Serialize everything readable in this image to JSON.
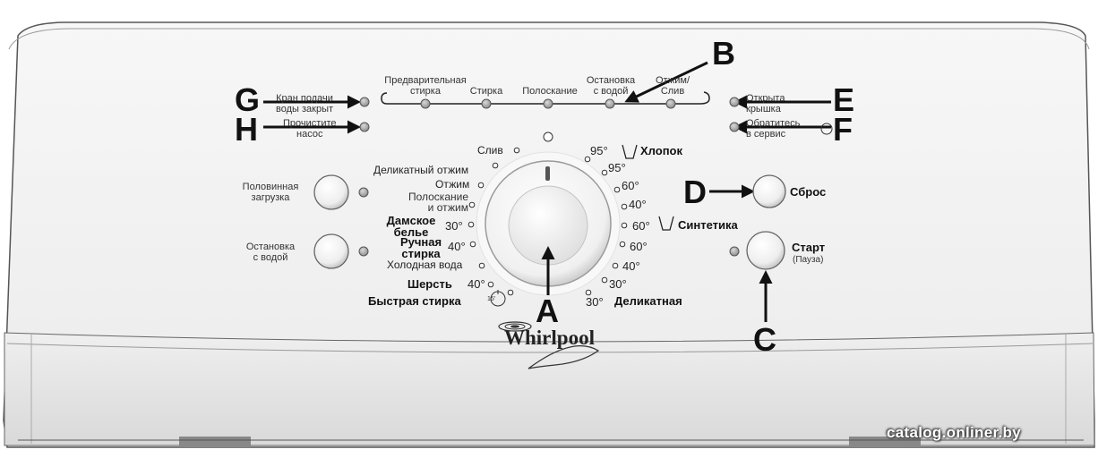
{
  "status_labels": {
    "tap_closed": [
      "Кран подачи",
      "воды закрыт"
    ],
    "clean_pump": [
      "Прочистите",
      "насос"
    ],
    "lid_open": [
      "Открыта",
      "крышка"
    ],
    "call_service": [
      "Обратитесь",
      "в сервис"
    ]
  },
  "phases": {
    "prewash": [
      "Предварительная",
      "стирка"
    ],
    "wash": "Стирка",
    "rinse": "Полоскание",
    "rinse_hold": [
      "Остановка",
      "с водой"
    ],
    "spin_drain": [
      "Отжим/",
      "Слив"
    ]
  },
  "options": {
    "half_load": [
      "Половинная",
      "загрузка"
    ],
    "rinse_hold": [
      "Остановка",
      "с водой"
    ]
  },
  "programs_left": [
    "Слив",
    "Деликатный отжим",
    "Отжим",
    [
      "Полоскание",
      "и отжим"
    ],
    [
      "Дамское",
      "белье"
    ],
    [
      "Ручная",
      "стирка"
    ],
    "Холодная вода",
    "Шерсть",
    "Быстрая стирка"
  ],
  "temps_left": {
    "lingerie": "30°",
    "handwash": "40°",
    "wool": "40°",
    "quick": "15'"
  },
  "programs_right": {
    "cotton": "Хлопок",
    "synthetic": "Синтетика",
    "delicate": "Деликатная"
  },
  "temps_right": [
    "95°",
    "95°",
    "60°",
    "40°",
    "60°",
    "60°",
    "40°",
    "30°",
    "30°"
  ],
  "buttons": {
    "reset": "Сброс",
    "start": "Старт",
    "start_sub": "(Пауза)"
  },
  "callouts": [
    "A",
    "B",
    "C",
    "D",
    "E",
    "F",
    "G",
    "H"
  ],
  "brand": "Whirlpool",
  "watermark": "catalog.onliner.by",
  "colors": {
    "panel": "#f3f3f3",
    "line": "#333333",
    "led": "#a8a8a8"
  }
}
